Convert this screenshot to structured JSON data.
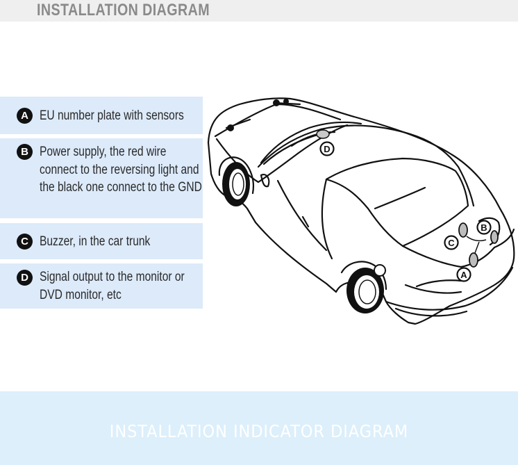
{
  "header": {
    "title": "INSTALLATION DIAGRAM"
  },
  "legend": {
    "items": [
      {
        "letter": "A",
        "text": "EU number plate with sensors"
      },
      {
        "letter": "B",
        "text": "Power supply, the red wire connect to the reversing light and the black one connect to the GND"
      },
      {
        "letter": "C",
        "text": "Buzzer, in the car trunk"
      },
      {
        "letter": "D",
        "text": "Signal output to the monitor or DVD monitor, etc"
      }
    ]
  },
  "diagram": {
    "markers": [
      "A",
      "B",
      "C",
      "D"
    ]
  },
  "footer": {
    "title": "INSTALLATION INDICATOR DIAGRAM"
  }
}
